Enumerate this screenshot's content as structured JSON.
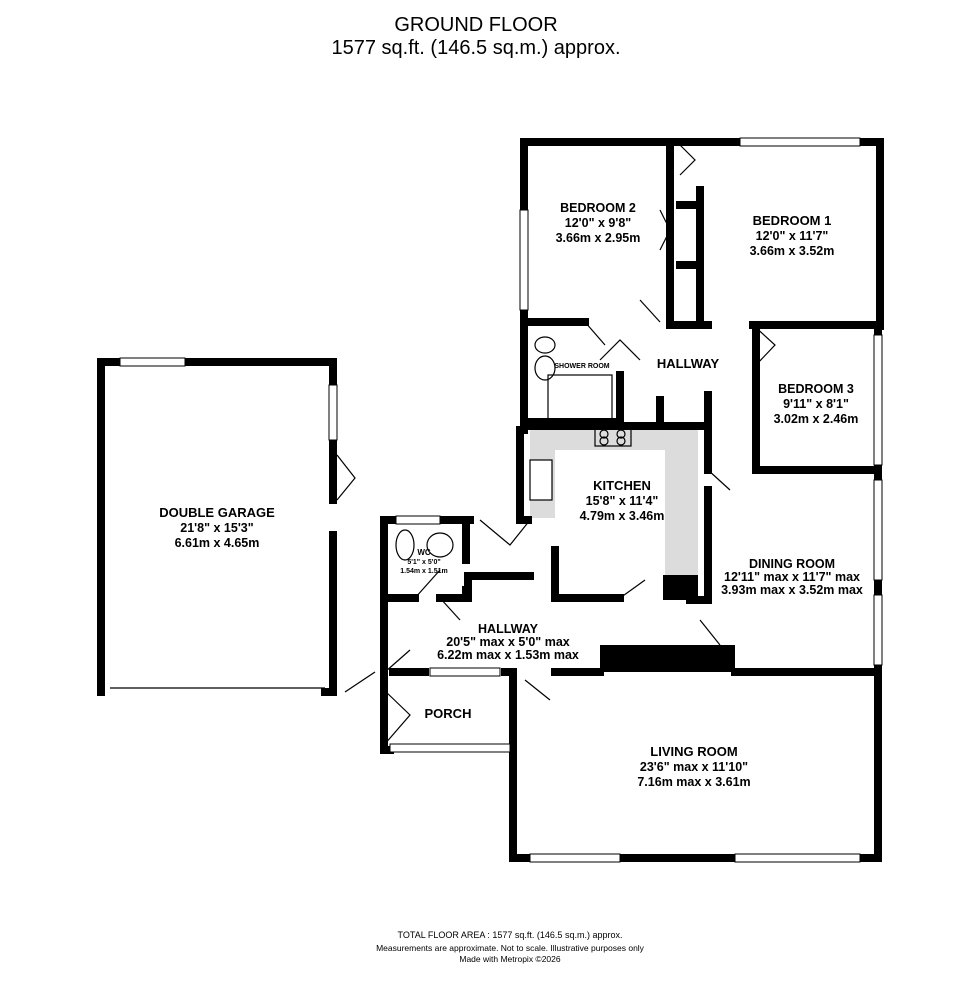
{
  "header": {
    "title": "GROUND FLOOR",
    "subtitle": "1577 sq.ft. (146.5 sq.m.) approx."
  },
  "rooms": [
    {
      "id": "bedroom2",
      "name": "BEDROOM 2",
      "imperial": "12'0\" x 9'8\"",
      "metric": "3.66m x 2.95m"
    },
    {
      "id": "bedroom1",
      "name": "BEDROOM 1",
      "imperial": "12'0\" x 11'7\"",
      "metric": "3.66m x 3.52m"
    },
    {
      "id": "shower",
      "name": "SHOWER ROOM"
    },
    {
      "id": "hallway1",
      "name": "HALLWAY"
    },
    {
      "id": "bedroom3",
      "name": "BEDROOM 3",
      "imperial": "9'11\" x 8'1\"",
      "metric": "3.02m x 2.46m"
    },
    {
      "id": "garage",
      "name": "DOUBLE GARAGE",
      "imperial": "21'8\" x 15'3\"",
      "metric": "6.61m x 4.65m"
    },
    {
      "id": "kitchen",
      "name": "KITCHEN",
      "imperial": "15'8\" x 11'4\"",
      "metric": "4.79m x 3.46m"
    },
    {
      "id": "wc",
      "name": "WC",
      "imperial": "5'1\" x 5'0\"",
      "metric": "1.54m x 1.51m"
    },
    {
      "id": "dining",
      "name": "DINING ROOM",
      "imperial": "12'11\" max x 11'7\" max",
      "metric": "3.93m max x 3.52m max"
    },
    {
      "id": "hallway2",
      "name": "HALLWAY",
      "imperial": "20'5\" max x 5'0\" max",
      "metric": "6.22m max x 1.53m max"
    },
    {
      "id": "porch",
      "name": "PORCH"
    },
    {
      "id": "living",
      "name": "LIVING ROOM",
      "imperial": "23'6\" max x 11'10\"",
      "metric": "7.16m max x 3.61m"
    }
  ],
  "footer": {
    "total": "TOTAL FLOOR AREA : 1577 sq.ft. (146.5 sq.m.) approx.",
    "note": "Measurements are approximate.  Not to scale.  Illustrative purposes only",
    "credit": "Made with Metropix ©2026"
  },
  "colors": {
    "walls": "#000000",
    "kitchen_counter": "#dcdcdc"
  }
}
